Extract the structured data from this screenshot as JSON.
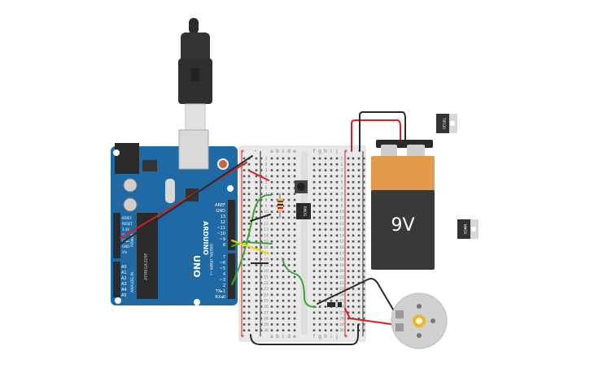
{
  "arduino": {
    "brand": "ARDUINO",
    "model": "UNO",
    "left_header_labels": [
      "IOREF",
      "RESET",
      "3.3V",
      "5V",
      "GND",
      "GND",
      "Vin"
    ],
    "analog_labels": [
      "A0",
      "A1",
      "A2",
      "A3",
      "A4",
      "A5"
    ],
    "power_label": "POWER",
    "analog_in_label": "ANALOG IN",
    "digital_top_labels": [
      "AREF",
      "GND",
      "13",
      "12",
      "~11",
      "~10",
      "~9",
      "8"
    ],
    "digital_bottom_labels": [
      "7",
      "~6",
      "~5",
      "4",
      "~3",
      "2",
      "TX▸1",
      "RX◂0"
    ],
    "digital_label": "DIGITAL (PWM ~)"
  },
  "breadboard": {
    "left_columns": [
      "a",
      "b",
      "c",
      "d",
      "e"
    ],
    "right_columns": [
      "f",
      "g",
      "h",
      "i",
      "j"
    ],
    "row_numbers": [
      "1",
      "2",
      "3",
      "4",
      "5",
      "6",
      "7",
      "8",
      "9",
      "10",
      "11",
      "12",
      "13",
      "14",
      "15",
      "16",
      "17",
      "18",
      "19",
      "20",
      "21",
      "22",
      "23",
      "24",
      "25",
      "26",
      "27",
      "28",
      "29",
      "30"
    ],
    "rail_plus": "+",
    "rail_minus": "-"
  },
  "battery": {
    "label": "9V"
  },
  "components": {
    "chip_on_board": "RMOS",
    "transistor_top": "TIP120",
    "transistor_side": "NMOS"
  },
  "colors": {
    "board_blue": "#1f6aa5",
    "board_header": "#2b2b2b",
    "breadboard": "#e9e9e9",
    "wire_red": "#d42020",
    "wire_black": "#2a2a2a",
    "wire_green": "#3aa935",
    "wire_yellow": "#f2d20a",
    "battery_orange": "#e39a4a",
    "battery_black": "#3a3a3a",
    "motor_gray": "#d0d0d0"
  }
}
